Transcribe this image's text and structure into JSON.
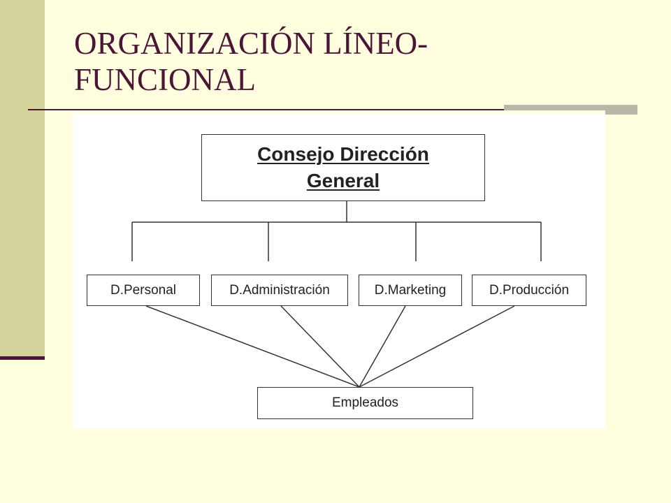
{
  "slide": {
    "title_line1": "ORGANIZACIÓN LÍNEO-",
    "title_line2": "FUNCIONAL"
  },
  "org_chart": {
    "top": {
      "line1": "Consejo Dirección",
      "line2": "General"
    },
    "departments": [
      {
        "label": "D.Personal"
      },
      {
        "label": "D.Administración"
      },
      {
        "label": "D.Marketing"
      },
      {
        "label": "D.Producción"
      }
    ],
    "bottom": {
      "label": "Empleados"
    }
  },
  "colors": {
    "background": "#FFFFE0",
    "accent": "#4B1536",
    "sidebar": "#D3D39C"
  }
}
